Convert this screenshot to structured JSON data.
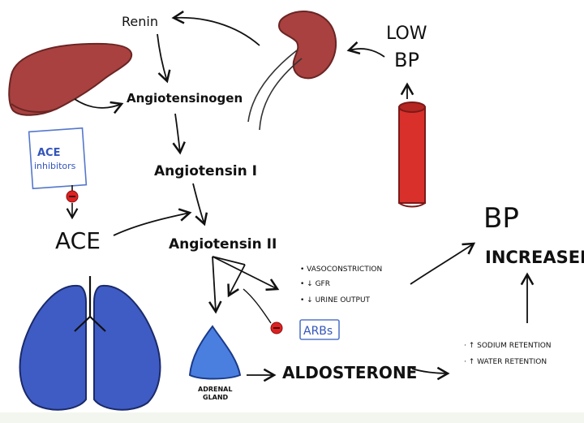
{
  "labels": {
    "renin": "Renin",
    "angiotensinogen": "Angiotensinogen",
    "angiotensin1": "Angiotensin I",
    "angiotensin2": "Angiotensin II",
    "ace": "ACE",
    "aldosterone": "ALDOSTERONE",
    "adrenal_line1": "ADRENAL",
    "adrenal_line2": "GLAND",
    "low": "LOW",
    "bp": "BP",
    "bp_increased_1": "BP",
    "bp_increased_2": "INCREASED"
  },
  "ace_inhibitors": {
    "line1": "ACE",
    "line2": "inhibitors"
  },
  "arbs": {
    "label": "ARBs"
  },
  "effects_ang2": [
    "• VASOCONSTRICTION",
    "• ↓ GFR",
    "• ↓ URINE OUTPUT"
  ],
  "effects_aldo": [
    "· ↑ SODIUM RETENTION",
    "· ↑ WATER RETENTION"
  ],
  "colors": {
    "liver": "#a8413f",
    "kidney": "#a8413f",
    "vessel": "#d9302c",
    "lungs": "#3f5cc4",
    "adrenal": "#4a7fe0",
    "box_border": "#5577cc",
    "box_text": "#3355bb",
    "inhibitor_red": "#e02020",
    "ink": "#111111"
  }
}
